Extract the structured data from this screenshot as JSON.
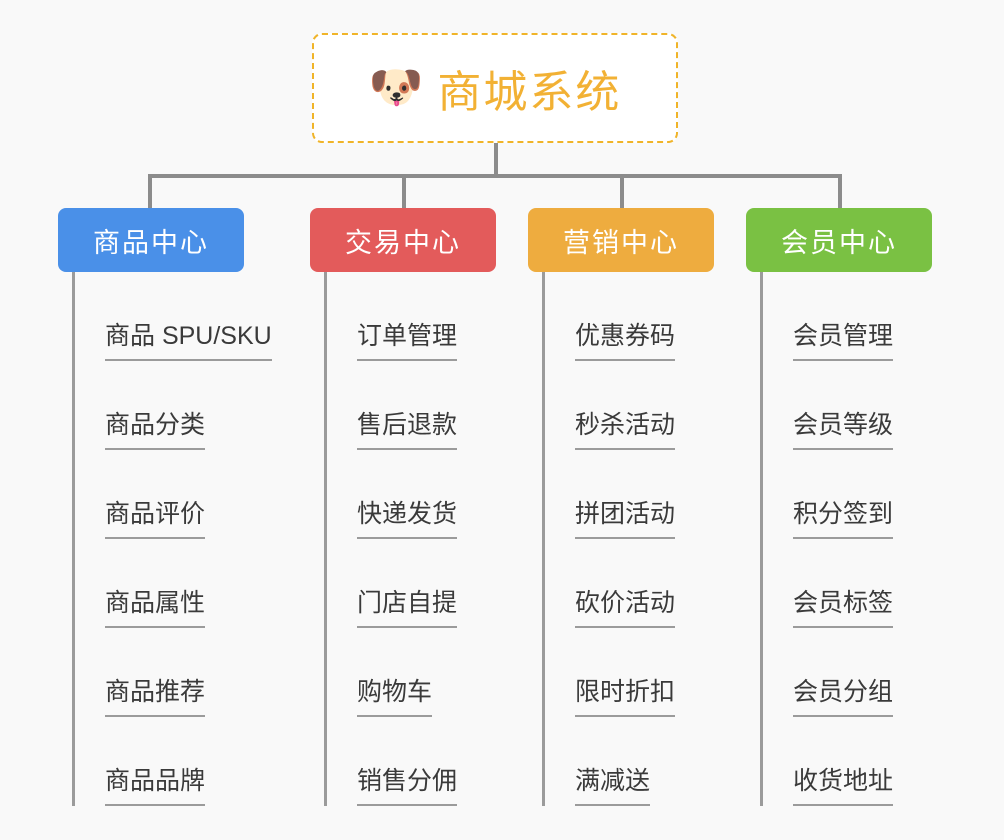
{
  "page": {
    "background_color": "#f9f9f9",
    "type": "mind-map"
  },
  "root": {
    "icon": "dog-face-icon",
    "emoji": "🐶",
    "title": "商城系统",
    "text_color": "#f2b134",
    "border_color": "#f0b429",
    "background_color": "#ffffff"
  },
  "connector": {
    "color": "#8c8c8c",
    "leaf_color": "#9b9b9b"
  },
  "branches": [
    {
      "label": "商品中心",
      "color": "#4a90e8",
      "items": [
        "商品 SPU/SKU",
        "商品分类",
        "商品评价",
        "商品属性",
        "商品推荐",
        "商品品牌"
      ]
    },
    {
      "label": "交易中心",
      "color": "#e35b5b",
      "items": [
        "订单管理",
        "售后退款",
        "快递发货",
        "门店自提",
        "购物车",
        "销售分佣"
      ]
    },
    {
      "label": "营销中心",
      "color": "#eeac3f",
      "items": [
        "优惠券码",
        "秒杀活动",
        "拼团活动",
        "砍价活动",
        "限时折扣",
        "满减送"
      ]
    },
    {
      "label": "会员中心",
      "color": "#7ac143",
      "items": [
        "会员管理",
        "会员等级",
        "积分签到",
        "会员标签",
        "会员分组",
        "收货地址"
      ]
    }
  ]
}
